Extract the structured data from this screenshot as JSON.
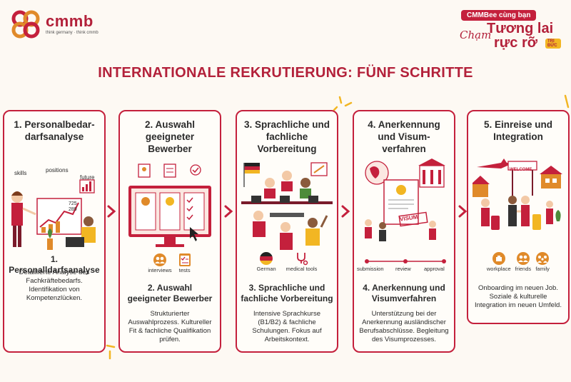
{
  "logo": {
    "brand": "cmmb",
    "tagline": "think germany · think cmmb"
  },
  "slogan": {
    "pill": "CMMBee cùng bạn",
    "script": "Chạm",
    "line1": "Tương lai",
    "line2": "rực rỡ",
    "badge": "TRI ĐỨC"
  },
  "title": "INTERNATIONALE REKRUTIERUNG: FÜNF SCHRITTE",
  "colors": {
    "accent": "#c4203c",
    "accent_dark": "#b3213a",
    "gold": "#f2b623",
    "background": "#fdf9f3"
  },
  "steps": [
    {
      "heading": "1. Personalbedar-\ndarfsanalyse",
      "labels": [
        "skills",
        "positions",
        "future"
      ],
      "numbers": [
        "725",
        "289"
      ],
      "subheading": "1. Personalldarfsanalyse",
      "description": "Detaillierte Analyse des Fachkräftebedarfs. Identifikation von Kompetenzlücken."
    },
    {
      "heading": "2. Auswahl\ngeeigneter\nBewerber",
      "icons": [
        {
          "label": "interviews",
          "icon": "people-icon"
        },
        {
          "label": "tests",
          "icon": "checklist-icon"
        }
      ],
      "subheading": "2. Auswahl\ngeeigneter Bewerber",
      "description": "Strukturierter Auswahlprozess. Kultureller Fit & fachliche Qualifikation prüfen."
    },
    {
      "heading": "3. Sprachliche und\nfachliche\nVorbereitung",
      "icons": [
        {
          "label": "German",
          "icon": "german-flag-icon"
        },
        {
          "label": "medical tools",
          "icon": "stethoscope-icon"
        }
      ],
      "subheading": "3. Sprachliche und\nfachliche Vorbereitung",
      "description": "Intensive Sprachkurse (B1/B2) & fachliche Schulungen. Fokus auf Arbeitskontext."
    },
    {
      "heading": "4. Anerkennung\nund Visum-\nverfahren",
      "stamp": "VISUM",
      "timeline": [
        "submission",
        "review",
        "approval"
      ],
      "subheading": "4. Anerkennung und\nVisumverfahren",
      "description": "Unterstützung bei der Anerkennung ausländischer Berufsabschlüsse. Begleitung des Visumprozesses."
    },
    {
      "heading": "5. Einreise und\nIntegration",
      "sign": "WELCOME",
      "icons": [
        {
          "label": "workplace",
          "icon": "workplace-icon"
        },
        {
          "label": "friends",
          "icon": "friends-icon"
        },
        {
          "label": "family",
          "icon": "family-icon"
        }
      ],
      "subheading": "",
      "description": "Onboarding im neuen Job. Soziale & kulturelle Integration im neuen Umfeld."
    }
  ]
}
